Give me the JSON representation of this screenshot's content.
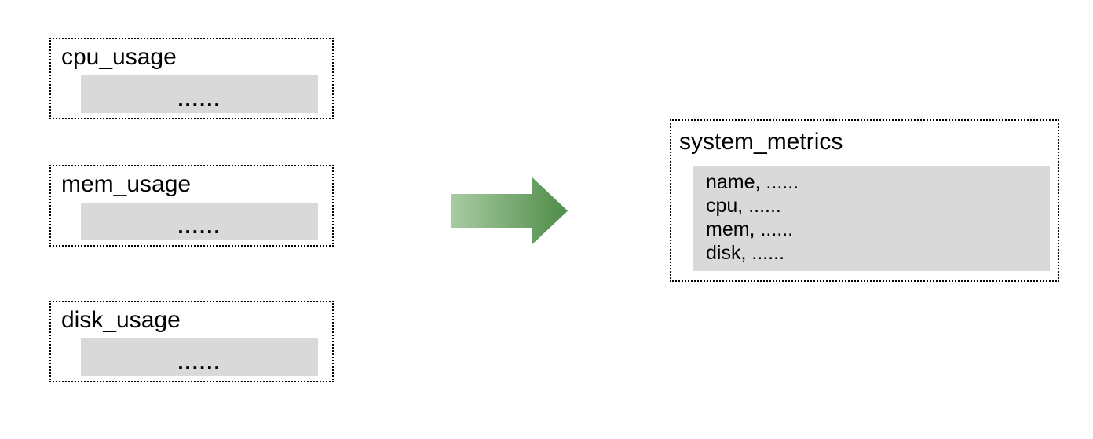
{
  "sources": [
    {
      "title": "cpu_usage",
      "placeholder": "......"
    },
    {
      "title": "mem_usage",
      "placeholder": "......"
    },
    {
      "title": "disk_usage",
      "placeholder": "......"
    }
  ],
  "arrow": {
    "direction": "right",
    "gradient_from": "#a8cba1",
    "gradient_to": "#4f8c49"
  },
  "result": {
    "title": "system_metrics",
    "fields": [
      "name, ......",
      "cpu, ......",
      "mem, ......",
      "disk, ......"
    ]
  },
  "colors": {
    "panel_bg": "#d9d9d9",
    "border": "#000000",
    "background": "#ffffff"
  }
}
